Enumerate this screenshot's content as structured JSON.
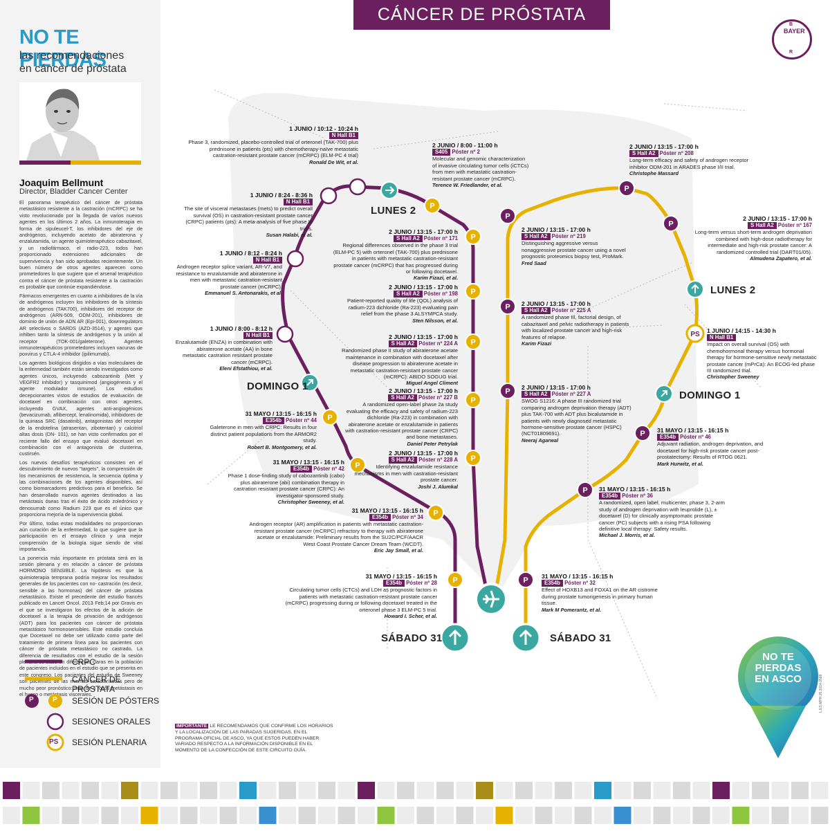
{
  "header": {
    "title": "CÁNCER DE PRÓSTATA",
    "brand": "BAYER"
  },
  "sidebar": {
    "title": "NO TE PIERDAS",
    "subtitle_line1": "las recomendaciones",
    "subtitle_line2": "en cáncer de próstata",
    "name": "Joaquim Bellmunt",
    "role": "Director, Bladder Cancer Center",
    "paragraphs": [
      "El panorama terapéutico del cáncer de próstata metastásico resistente a la castración (mCRPC) se ha visto revolucionado por la llegada de varios nuevos agentes en los últimos 2 años. La inmunoterapia en forma de sipuleucel-T, los inhibidores del eje de andrógenos, incluyendo acetato de abiraterona y enzalutamida, un agente quimioterapéutico cabazitaxel, y un radiofármaco, el radio-223, todos han proporcionado extensiones adicionales de supervivencia y han sido aprobados recientemente. Un buen número de otros agentes aparecen como prometedores lo que sugiere que el arsenal terapéutico contra el cáncer de próstata resistente a la castración es probable que continúe expandiéndose.",
      "Fármacos emergentes en cuanto a inhibidores de la vía de andrógenos incluyen los inhibidores de la síntesis de andrógenos (TAK700), inhibidores del receptor de andrógenos (ARN-509, ODM-201), inhibidores de dominio de unión de ADN AR (Epi-001), downregulators AR selectivos o SARDS (AZD-3514), y agentes que inhiben tanto la síntesis de andrógenos y la unión al receptor (TOK-001/galeterone). Agentes inmunoterapéuticos prometedores incluyen vacunas de poxvirus y CTLA-4 inhibidor (ipilimumab).",
      "Los agentes biológicos dirigidos a vías moleculares de la enfermedad también están siendo investigados como agentes únicos, incluyendo cabozantinib (Met y VEGFR2 inhibidor) y tasquinimod (angiogénesis y el agente modulador inmune). Los estudios decepcionantes vistos de estudios de evaluación de docetaxel en combinación con otros agentes, incluyendo GVAX, agentes anti-angiogénicos (bevacizumab, aflibercept, lenalinomida), inhibidores de la quinasa SRC (dasatinib), antagonistas del receptor de la endotelina (atrasentan, zibotentan) y calcitriol altas dosis (DN- 101), se han visto confirmados por el reciente fallo del ensayo que evaluó docetaxel en combinación con el antagonista de clusterina, custirsén.",
      "Los nuevos desafíos terapéuticos consisten en el descubrimiento de nuevos \"targets\", la comprensión de los mecanismos de resistencia, la secuencia óptima y las combinaciones de los agentes disponibles, así como biomarcadores predictivos para el beneficio. Se han desarrollado nuevos agentes destinados a las metástasis óseas tras el éxito de ácido zoledrónico y denosumab como Radium 223 que es el único que proporciona mejoría de la supervivencia global.",
      "Por último, todas estas modalidades no proporcionan aún curación de la enfermedad, lo que sugiere que la participación en el ensayo clínico y una mejor comprensión de la biología sigue siendo de vital importancia.",
      "La ponencia más importante en próstata será en la sesión plenaria y en relación a cáncer de próstata HORMONO SENSIBLE. La hipótesis es que la quimioterapia temprana podría mejorar los resultados generales de los pacientes con no- castración (es decir, sensible a las hormonas) del cáncer de próstata metastásico. Existe el precedente del estudio francés publicado en Lancet Oncol. 2013 Feb;14 por Gravis en el que se investigaron los efectos de la adición de docetaxel a la terapia de privación de andrógenos (ADT) para los pacientes con cáncer de próstata metastásico hormonosensibles. Este estudio concluía que Docetaxel no debe ser utilizado como parte del tratamiento de primera línea para los pacientes con cáncer de próstata metastásico no castrado. La diferencia de resultados con el estudio de la sesión plenaria se basa en diferencias claras en la población de pacientes incluidos en el estudio que se presenta en este congreso. Los pacientes del estudio de Sweeney son pacientes de las mismas características pero de mucho peor pronóstico: más de 4 focos metástasis en el hueso o metástasis viscerales."
    ]
  },
  "legend": {
    "crpc": "CRPC",
    "prostate": "CÁNCER DE PRÓSTATA",
    "posters": "SESIÓN DE PÓSTERS",
    "orals": "SESIONES ORALES",
    "plenary": "SESIÓN PLENARIA",
    "p_glyph": "P",
    "ps_glyph": "PS"
  },
  "colors": {
    "purple": "#6b1f5f",
    "yellow": "#e7b100",
    "teal": "#3aa8a0",
    "grey": "#eeeeee"
  },
  "day_labels": {
    "lunes_left": "LUNES 2",
    "domingo_left": "DOMINGO 1",
    "sabado_left": "SÁBADO 31",
    "lunes_right": "LUNES 2",
    "domingo_right": "DOMINGO 1",
    "sabado_right": "SÁBADO 31"
  },
  "stations_left": [
    {
      "date": "1 JUNIO / 10:12 - 10:24 h",
      "room": "N Hall B1",
      "poster": "",
      "text": "Phase 3, randomized, placebo-controlled trial of orteronel (TAK-700) plus prednisone in patients (pts) with chemotherapy-naïve metastatic castration-resistant prostate cancer (mCRPC) (ELM-PC 4 trial)",
      "author": "Ronald De Wit, et al."
    },
    {
      "date": "1 JUNIO / 8:24 - 8:36 h",
      "room": "N Hall B1",
      "poster": "",
      "text": "The site of visceral metastases (mets) to predict overall survival (OS) in castration-resistant prostate cancer (CRPC) patients (pts): A meta-analysis of five phase III trials.",
      "author": "Susan Halabi, et al."
    },
    {
      "date": "1 JUNIO / 8:12 - 8:24 h",
      "room": "N Hall B1",
      "poster": "",
      "text": "Androgen receptor splice variant, AR-V7, and resistance to enzalutamide and abiraterone in men with metastatic castration-resistant prostate cancer (mCRPC).",
      "author": "Emmanuel S. Antonarakis, et al."
    },
    {
      "date": "1 JUNIO / 8:00 - 8:12 h",
      "room": "N Hall B1",
      "poster": "",
      "text": "Enzalutamide (ENZA) in combination with abiraterone acetate (AA) in bone metastatic castration resistant prostate cancer (mCRPC).",
      "author": "Eleni Efstathiou, et al."
    },
    {
      "date": "31 MAYO / 13:15 - 16:15 h",
      "room": "E354b",
      "poster": "Póster nº 44",
      "text": "Galeterone in men with CRPC: Results in four distinct patient populations from the ARMOR2 study.",
      "author": "Robert B. Montgomery, et al."
    },
    {
      "date": "31 MAYO / 13:15 - 16:15 h",
      "room": "E354b",
      "poster": "Póster nº 42",
      "text": "Phase 1 dose-finding study of cabozantinib (cabo) plus abiraterone (abi) combination therapy in castration resistant prostate cancer (CRPC): An investigator-sponsored study.",
      "author": "Christopher Sweeney, et al."
    },
    {
      "date": "31 MAYO / 13:15 - 16:15 h",
      "room": "E354b",
      "poster": "Póster nº 34",
      "text": "Androgen receptor (AR) amplification in patients with metastatic castration-resistant prostate cancer (mCRPC) refractory to therapy with abiraterone acetate or enzalutamide: Preliminary results from the SU2C/PCF/AACR West Coast Prostate Cancer Dream Team (WCDT).",
      "author": "Eric Jay Small, et al."
    },
    {
      "date": "31 MAYO / 13:15 - 16:15 h",
      "room": "E354b",
      "poster": "Póster nº 28",
      "text": "Circulating tumor cells (CTCs) and LDH as prognostic factors in patients with metastatic castration-resistant prostate cancer (mCRPC) progressing during or following docetaxel treated in the orteronel phase 3 ELM-PC 5 trial.",
      "author": "Howard I. Scher, et al."
    }
  ],
  "stations_mid": [
    {
      "date": "2 JUNIO / 8:00 - 11:00 h",
      "room": "S405",
      "poster": "Póster nº 2",
      "text": "Molecular and genomic characterization of invasive circulating tumor cells (iCTCs) from men with metastatic castration-resistant prostate cancer (mCRPC).",
      "author": "Terence W. Friedlander, et al."
    },
    {
      "date": "2 JUNIO / 13:15 - 17:00 h",
      "room": "S Hall A2",
      "poster": "Póster nº 171",
      "text": "Regional differences observed in the phase 3 trial (ELM-PC 5) with orteronel (TAK-700) plus prednisone in patients with metastatic castration-resistant prostate cancer (mCRPC) that has progressed during or following docetaxel.",
      "author": "Karim Fizazi, et al."
    },
    {
      "date": "2 JUNIO / 13:15 - 17:00 h",
      "room": "S Hall A2",
      "poster": "Póster nº 198",
      "text": "Patient-reported quality of life (QOL) analysis of radium-223 dichloride (Ra-223) evaluating pain relief from the phase 3 ALSYMPCA study.",
      "author": "Sten Nilsson, et al."
    },
    {
      "date": "2 JUNIO / 13:15 - 17:00 h",
      "room": "S Hall A2",
      "poster": "Póster nº 224 A",
      "text": "Randomized phase II study of abiraterone acetate maintenance in combination with docetaxel after disease progression to abiraterone acetate in metastatic castration-resistant prostate cancer (mCRPC): ABIDO SOGUG trial.",
      "author": "Miguel Angel Climent"
    },
    {
      "date": "2 JUNIO / 13:15 - 17:00 h",
      "room": "S Hall A2",
      "poster": "Póster nº 227 B",
      "text": "A randomized open-label phase 2a study evaluating the efficacy and safety of radium-223 dichloride (Ra-223) in combination with abiraterone acetate or enzalutamide in patients with castration-resistant prostate cancer (CRPC) and bone metastases.",
      "author": "Daniel Peter Petrylak"
    },
    {
      "date": "2 JUNIO / 13:15 - 17:00 h",
      "room": "S Hall A2",
      "poster": "Póster nº 228 A",
      "text": "Identifying enzalutamide resistance mechanisms in men with castration-resistant prostate cancer.",
      "author": "Joshi J. Alumkal"
    }
  ],
  "stations_right": [
    {
      "date": "2 JUNIO / 13:15 - 17:00 h",
      "room": "S Hall A2",
      "poster": "Póster nº 208",
      "text": "Long-term efficacy and safety of androgen receptor inhibitor ODM-201 in ARADES phase I/II trial.",
      "author": "Christophe Massard"
    },
    {
      "date": "2 JUNIO / 13:15 - 17:00 h",
      "room": "S Hall A2",
      "poster": "Póster nº 167",
      "text": "Long-term versus short-term androgen deprivation combined with high-dose radiotherapy for intermediate and high-risk prostate cancer: A randomized controlled trial (DART01/05).",
      "author": "Almudena Zapatero, et al."
    },
    {
      "date": "1 JUNIO / 14:15 - 14:30 h",
      "room": "N Hall B1",
      "poster": "",
      "text": "Impact on overall survival (OS) with chemohormonal therapy versus hormonal therapy for hormone-sensitive newly metastatic prostate cancer (mPrCa): An ECOG-led phase III randomized trial.",
      "author": "Christopher Sweeney"
    },
    {
      "date": "31 MAYO / 13:15 - 16:15 h",
      "room": "E354b",
      "poster": "Póster nº 46",
      "text": "Adjuvant radiation, androgen deprivation, and docetaxel for high-risk prostate cancer post-prostatectomy: Results of RTOG 0621.",
      "author": "Mark Hurwitz, et al."
    },
    {
      "date": "31 MAYO / 13:15 - 16:15 h",
      "room": "E354b",
      "poster": "Póster nº 36",
      "text": "A randomized, open label, multicenter, phase 3, 2-arm study of androgen deprivation with leuprolide (L), ± docetaxel (D) for clinically asymptomatic prostate cancer (PC) subjects with a rising PSA following definitive local therapy: Safety results.",
      "author": "Michael J. Morris, et al."
    },
    {
      "date": "31 MAYO / 13:15 - 16:15 h",
      "room": "E354b",
      "poster": "Póster nº 32",
      "text": "Effect of HOXB13 and FOXA1 on the AR cistrome during prostate tumorigenesis in primary human tissue.",
      "author": "Mark M Pomerantz, et al."
    }
  ],
  "stations_center_right": [
    {
      "date": "2 JUNIO / 13:15 - 17:00 h",
      "room": "S Hall A2",
      "poster": "Póster nº 219",
      "text": "Distinguishing aggressive versus nonaggressive prostate cancer using a novel prognostic proteomics biopsy test, ProMark.",
      "author": "Fred Saad"
    },
    {
      "date": "2 JUNIO / 13:15 - 17:00 h",
      "room": "S Hall A2",
      "poster": "Póster nº 225 A",
      "text": "A randomized phase III, factorial design, of cabazitaxel and pelvic radiotherapy in patients with localized prostate cancer and high-risk features of relapse.",
      "author": "Karim Fizazi"
    },
    {
      "date": "2 JUNIO / 13:15 - 17:00 h",
      "room": "S Hall A2",
      "poster": "Póster nº 227 A",
      "text": "SWOG S1216: A phase III randomized trial comparing androgen deprivation therapy (ADT) plus TAK-700 with ADT plus bicalutamide in patients with newly diagnosed metastatic hormone-sensitive prostate cancer (HSPC) (NCT01809691).",
      "author": "Neeraj Agarwal"
    }
  ],
  "notice": {
    "label": "IMPORTANTE",
    "text": "LE RECOMENDAMOS QUE CONFIRME LOS HORARIOS Y LA LOCALIZACIÓN DE LAS PARADAS SUGERIDAS, EN EL PROGRAMA OFICIAL DE ASCO, YA QUE ESTOS PUEDEN HABER VARIADO RESPECTO A LA INFORMACIÓN DISPONIBLE EN EL MOMENTO DE LA CONFECCIÓN DE ESTE CIRCUITO GUÍA."
  },
  "pin": {
    "line1": "NO TE",
    "line2": "PIERDAS",
    "line3": "EN ASCO"
  },
  "code": "L.ES.MPH.05.2014.0568"
}
